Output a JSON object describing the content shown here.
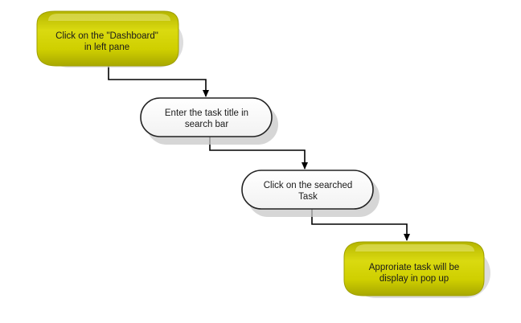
{
  "flowchart": {
    "steps": [
      {
        "lines": [
          "Click on the \"Dashboard\"",
          "in left pane"
        ],
        "shape": "terminal",
        "fill": "#c8c800"
      },
      {
        "lines": [
          "Enter the task title in",
          "search bar"
        ],
        "shape": "process",
        "fill": "#ffffff"
      },
      {
        "lines": [
          "Click on the searched",
          "Task"
        ],
        "shape": "process",
        "fill": "#ffffff"
      },
      {
        "lines": [
          "Approriate task will be",
          "display in pop up"
        ],
        "shape": "terminal",
        "fill": "#c8c800"
      }
    ],
    "connectors": [
      {
        "from": 0,
        "to": 1
      },
      {
        "from": 1,
        "to": 2
      },
      {
        "from": 2,
        "to": 3
      }
    ],
    "colors": {
      "terminal_fill": "#c8c800",
      "terminal_edge": "#9a9a00",
      "process_fill": "#ffffff",
      "process_edge": "#222222",
      "connector": "#000000",
      "shadow": "#c8c8c8"
    }
  }
}
